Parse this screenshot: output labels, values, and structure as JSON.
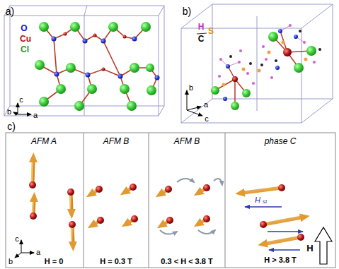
{
  "diagram": {
    "labels": [
      "a)",
      "O",
      "Cu",
      "Cl",
      "c",
      "b",
      "a",
      "b)",
      "H",
      "S",
      "C",
      "b",
      "a",
      "c",
      "c)",
      "AFM A",
      "AFM B",
      "AFM B",
      "phase C",
      "H = 0",
      "H = 0.3 T",
      "0.3 < H < 3.8 T",
      "H > 3.8 T",
      "H",
      "st",
      "H",
      "c",
      "b",
      "a"
    ]
  }
}
